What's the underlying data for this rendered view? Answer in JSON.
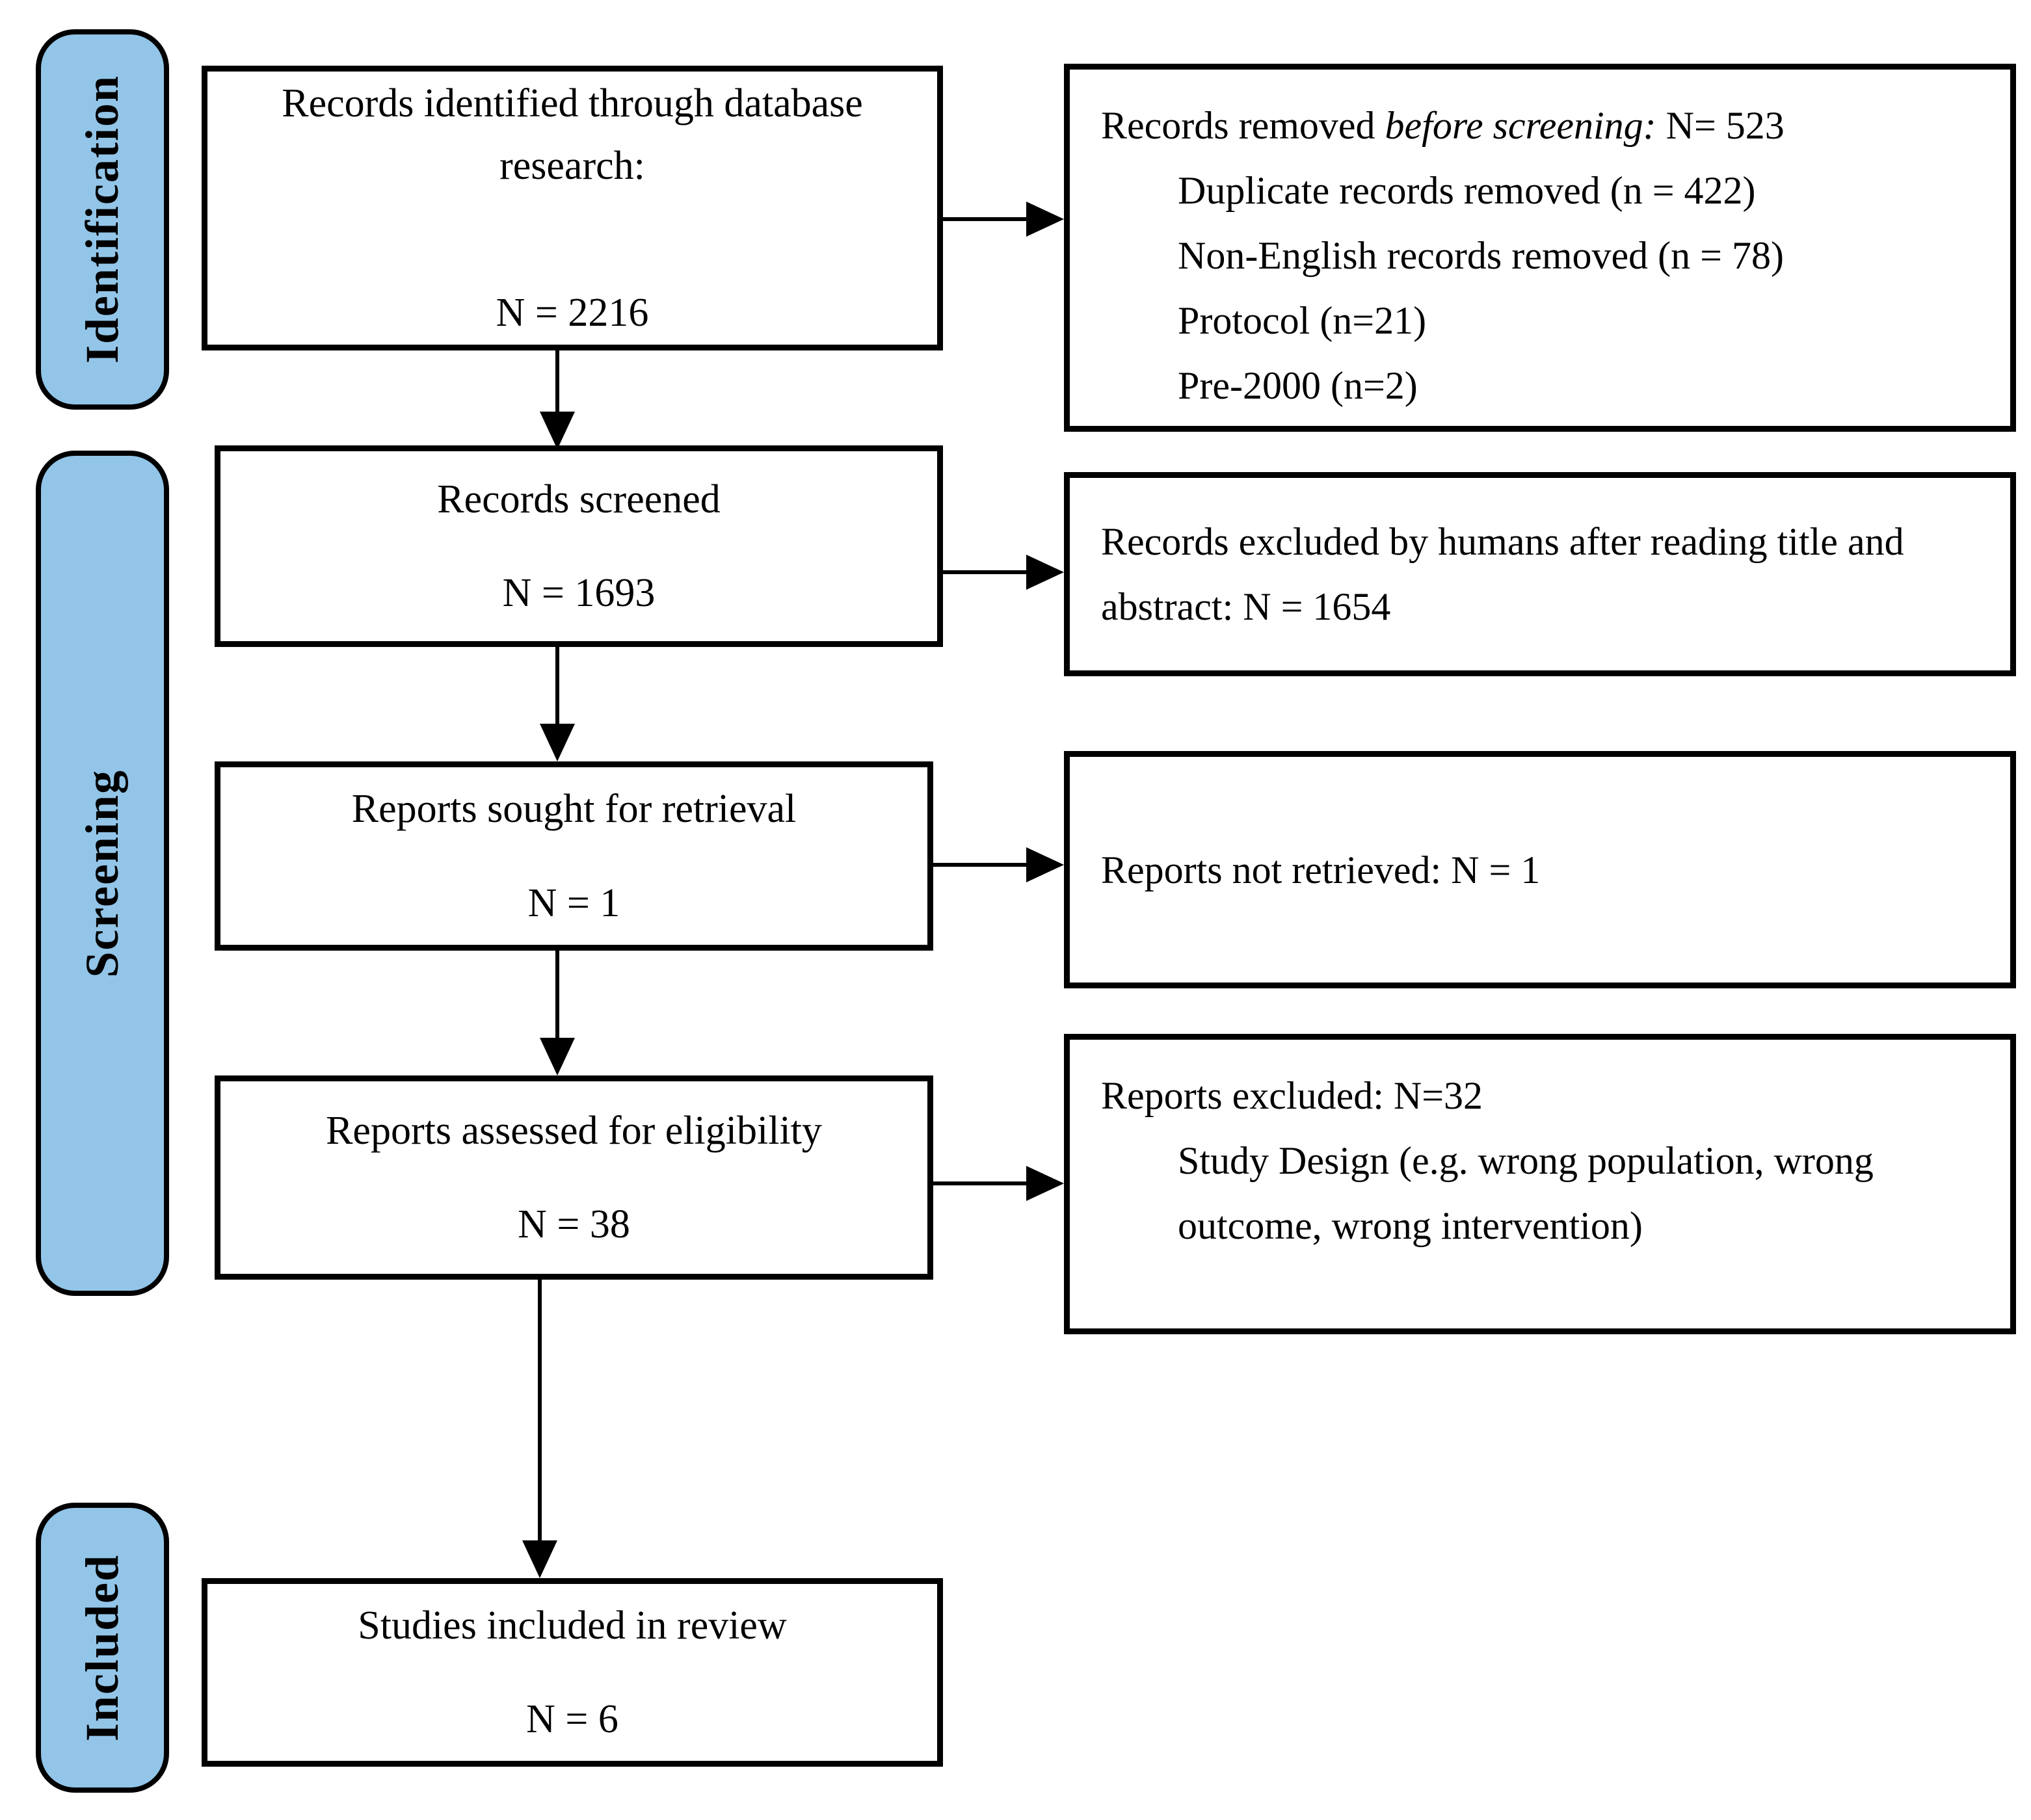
{
  "colors": {
    "stage_fill": "#92C5E8",
    "line": "#000000",
    "background": "#FFFFFF"
  },
  "stage_labels": {
    "identification": "Identification",
    "screening": "Screening",
    "included": "Included"
  },
  "flow_boxes": {
    "identified": {
      "title": "Records identified through database research:",
      "count": "N = 2216"
    },
    "screened": {
      "title": "Records screened",
      "count": "N = 1693"
    },
    "sought": {
      "title": "Reports sought for retrieval",
      "count": "N = 1"
    },
    "assessed": {
      "title": "Reports assessed for eligibility",
      "count": "N = 38"
    },
    "included": {
      "title": "Studies included in review",
      "count": "N = 6"
    }
  },
  "side_boxes": {
    "removed": {
      "heading_prefix": "Records removed ",
      "heading_italic": "before screening:",
      "heading_suffix": " N= 523",
      "items": [
        "Duplicate records removed (n = 422)",
        "Non-English records removed (n = 78)",
        "Protocol  (n=21)",
        "Pre-2000 (n=2)"
      ]
    },
    "excluded_title_abstract": {
      "text": "Records excluded by humans after reading title and abstract: N = 1654"
    },
    "not_retrieved": {
      "text": "Reports not retrieved: N = 1"
    },
    "reports_excluded": {
      "heading": "Reports excluded: N=32",
      "items": [
        "Study Design (e.g. wrong population, wrong outcome, wrong intervention)"
      ]
    }
  }
}
